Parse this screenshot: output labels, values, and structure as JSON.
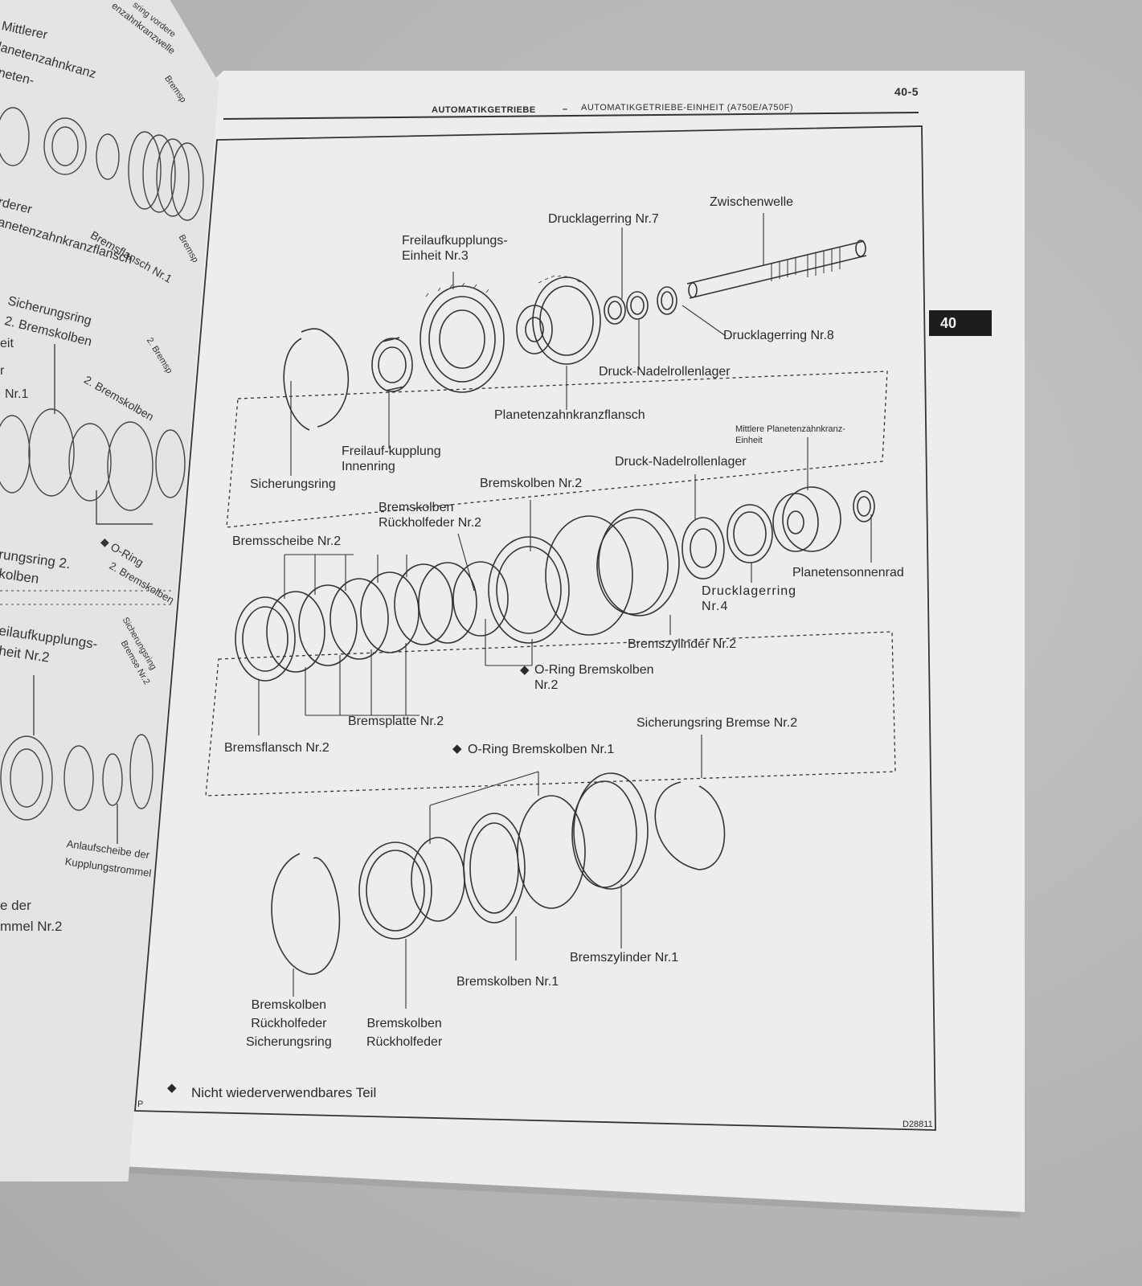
{
  "page_header": {
    "page_number": "40-5",
    "section": "AUTOMATIKGETRIEBE",
    "separator": "–",
    "subsection": "AUTOMATIKGETRIEBE-EINHEIT (A750E/A750F)",
    "tab_label": "40",
    "figure_code": "D28811",
    "corner_mark": "P"
  },
  "labels": {
    "zwischenwelle": "Zwischenwelle",
    "drucklagerring7": "Drucklagerring Nr.7",
    "freilauf3": "Freilaufkupplungs-\nEinheit Nr.3",
    "drucklagerring8": "Drucklagerring Nr.8",
    "nadelrollen_a": "Druck-Nadelrollenlager",
    "planetenflansch": "Planetenzahnkranzflansch",
    "freilauf_innenring": "Freilauf-kupplung\nInnenring",
    "sicherungsring": "Sicherungsring",
    "mittlere_planeten": "Mittlere Planetenzahnkranz-\nEinheit",
    "nadelrollen_b": "Druck-Nadelrollenlager",
    "bremskolben2": "Bremskolben Nr.2",
    "rueckholfeder2": "Bremskolben\nRückholfeder Nr.2",
    "bremsscheibe2": "Bremsscheibe Nr.2",
    "planetensonnenrad": "Planetensonnenrad",
    "drucklagerring4": "Drucklagerring\nNr.4",
    "bremszylinder2": "Bremszylinder Nr.2",
    "oring_kolben2": "O-Ring Bremskolben\nNr.2",
    "bremsplatte2": "Bremsplatte Nr.2",
    "bremsflansch2": "Bremsflansch Nr.2",
    "sicherungsring_bremse2": "Sicherungsring Bremse Nr.2",
    "oring_kolben1": "O-Ring Bremskolben Nr.1",
    "bremszylinder1": "Bremszylinder Nr.1",
    "bremskolben1": "Bremskolben Nr.1",
    "rueckholfeder_sicherungsring": "Bremskolben\nRückholfeder\nSicherungsring",
    "rueckholfeder": "Bremskolben\nRückholfeder"
  },
  "legend": {
    "symbol": "◆",
    "text": "Nicht wiederverwendbares Teil"
  },
  "left_page": {
    "l1": "Mittlerer",
    "l2": "lanetenzahnkranz",
    "l3": "neten-",
    "l4": "rderer",
    "l5": "anetenzahnkranzflansch",
    "l6": "Bremsflansch Nr.1",
    "l7": "Sicherungsring",
    "l8": "2. Bremskolben",
    "l9": "eit",
    "l10": "r",
    "l11": "Nr.1",
    "l12": "2. Bremskolben",
    "l13": "rungsring 2.",
    "l14": "kolben",
    "l15": "O-Ring",
    "l16": "2. Bremskolben",
    "l17": "eilaufkupplungs-",
    "l18": "heit Nr.2",
    "l19": "Sicherungsring",
    "l20": "Bremse Nr.2",
    "l21": "Anlaufscheibe der",
    "l22": "Kupplungstrommel",
    "l23": "e der",
    "l24": "mmel Nr.2",
    "l25": "sring vordere",
    "l26": "enzahnkranzwelle",
    "l27": "Bremsp",
    "l28": "2. Bremsp",
    "l29": "Bremsp"
  }
}
